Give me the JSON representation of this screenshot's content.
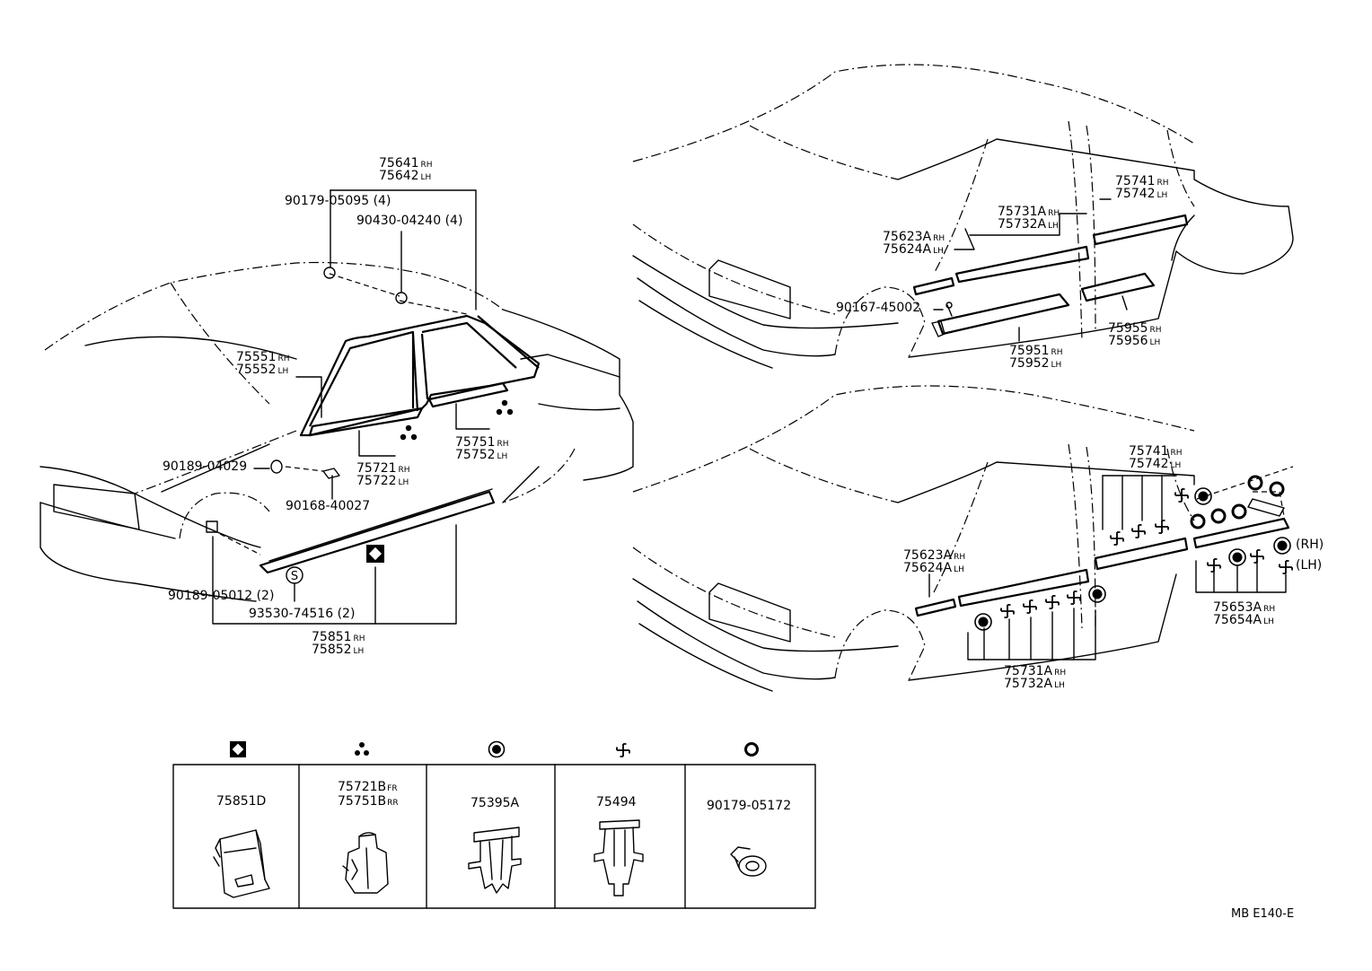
{
  "diagram_code": "MB E140-E",
  "left_view": {
    "moulding_roof": [
      "75641",
      "RH",
      "75642",
      "LH"
    ],
    "clip_1": "90179-05095 (4)",
    "clip_2": "90430-04240 (4)",
    "windshield": [
      "75551",
      "RH",
      "75552",
      "LH"
    ],
    "belt_front": [
      "75721",
      "RH",
      "75722",
      "LH"
    ],
    "belt_rear": [
      "75751",
      "RH",
      "75752",
      "LH"
    ],
    "clip_3": "90189-04029",
    "screw_1": "90168-40027",
    "clip_4": "90189-05012 (2)",
    "screw_2": "93530-74516 (2)",
    "rocker": [
      "75851",
      "RH",
      "75852",
      "LH"
    ]
  },
  "top_right_view": {
    "rear_moulding": [
      "75741",
      "RH",
      "75742",
      "LH"
    ],
    "door_moulding": [
      "75731A",
      "RH",
      "75732A",
      "LH"
    ],
    "fender_moulding": [
      "75623A",
      "RH",
      "75624A",
      "LH"
    ],
    "screw": "90167-45002",
    "rear_step": [
      "75955",
      "RH",
      "75956",
      "LH"
    ],
    "front_step": [
      "75951",
      "RH",
      "75952",
      "LH"
    ]
  },
  "bottom_right_view": {
    "rear_moulding": [
      "75741",
      "RH",
      "75742",
      "LH"
    ],
    "fender_moulding": [
      "75623A",
      "RH",
      "75624A",
      "LH"
    ],
    "rh": "(RH)",
    "lh": "(LH)",
    "quarter_moulding": [
      "75653A",
      "RH",
      "75654A",
      "LH"
    ],
    "door_moulding": [
      "75731A",
      "RH",
      "75732A",
      "LH"
    ]
  },
  "legend": {
    "col1": {
      "symbol": "diamond-square-icon",
      "part": "75851D"
    },
    "col2": {
      "symbol": "three-dot-icon",
      "line1": [
        "75721B",
        "FR"
      ],
      "line2": [
        "75751B",
        "RR"
      ]
    },
    "col3": {
      "symbol": "filled-circle-icon",
      "part": "75395A"
    },
    "col4": {
      "symbol": "pinwheel-icon",
      "part": "75494"
    },
    "col5": {
      "symbol": "ring-icon",
      "part": "90179-05172"
    }
  }
}
